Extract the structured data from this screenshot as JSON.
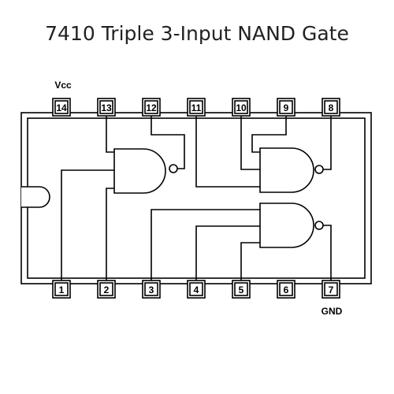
{
  "title": "7410 Triple 3-Input NAND Gate",
  "labels": {
    "vcc": "Vcc",
    "gnd": "GND"
  },
  "top_pins": [
    "14",
    "13",
    "12",
    "11",
    "10",
    "9",
    "8"
  ],
  "bottom_pins": [
    "1",
    "2",
    "3",
    "4",
    "5",
    "6",
    "7"
  ],
  "gates": [
    "gate-1",
    "gate-2",
    "gate-3"
  ],
  "colors": {
    "line": "#000000",
    "background": "#ffffff"
  }
}
